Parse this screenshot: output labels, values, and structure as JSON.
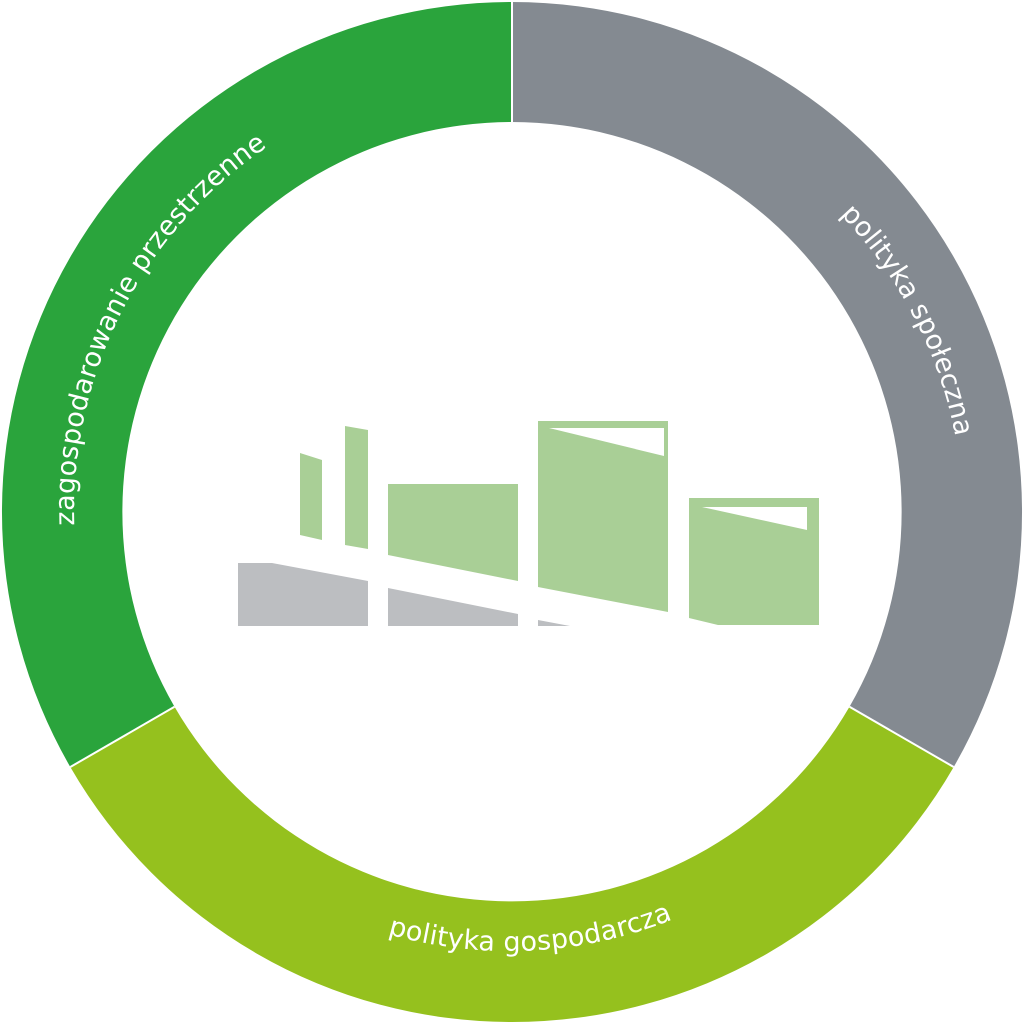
{
  "diagram": {
    "segments": [
      {
        "id": "spatial",
        "label": "zagospodarowanie przestrzenne",
        "color": "#2aa43c"
      },
      {
        "id": "social",
        "label": "polityka społeczna",
        "color": "#848a91"
      },
      {
        "id": "economic",
        "label": "polityka gospodarcza",
        "color": "#95c11e"
      }
    ],
    "logo": {
      "primary_color": "#a9cf96",
      "secondary_color": "#bcbec1"
    }
  }
}
